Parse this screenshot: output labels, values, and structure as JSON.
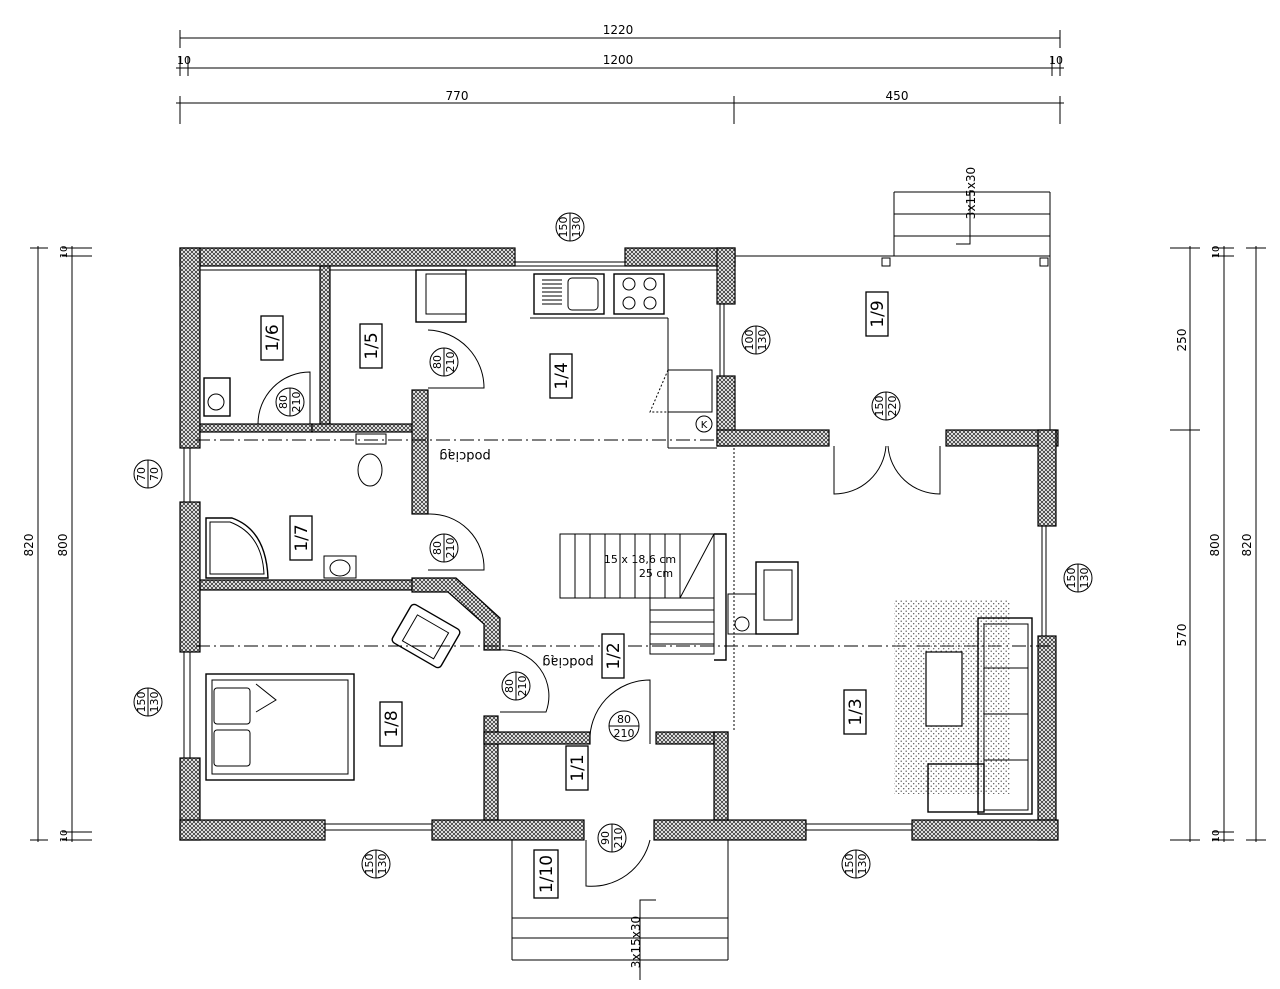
{
  "dimensions": {
    "top_total": "1220",
    "top_inner": "1200",
    "top_wall_left": "10",
    "top_wall_right": "10",
    "top_left_part": "770",
    "top_right_part": "450",
    "left_total": "820",
    "left_inner": "800",
    "left_wall_top": "10",
    "left_wall_bottom": "10",
    "right_total": "820",
    "right_inner": "800",
    "right_upper": "250",
    "right_lower": "570",
    "right_wall_top": "10",
    "right_wall_bottom": "10"
  },
  "rooms": [
    {
      "id": "1/1"
    },
    {
      "id": "1/2"
    },
    {
      "id": "1/3"
    },
    {
      "id": "1/4"
    },
    {
      "id": "1/5"
    },
    {
      "id": "1/6"
    },
    {
      "id": "1/7"
    },
    {
      "id": "1/8"
    },
    {
      "id": "1/9"
    },
    {
      "id": "1/10"
    }
  ],
  "openings": [
    {
      "w": "150",
      "h": "130"
    },
    {
      "w": "100",
      "h": "130"
    },
    {
      "w": "150",
      "h": "220"
    },
    {
      "w": "80",
      "h": "210"
    },
    {
      "w": "80",
      "h": "210"
    },
    {
      "w": "70",
      "h": "70"
    },
    {
      "w": "80",
      "h": "210"
    },
    {
      "w": "150",
      "h": "130"
    },
    {
      "w": "80",
      "h": "210"
    },
    {
      "w": "80",
      "h": "210"
    },
    {
      "w": "150",
      "h": "130"
    },
    {
      "w": "90",
      "h": "210"
    },
    {
      "w": "150",
      "h": "130"
    },
    {
      "w": "150",
      "h": "130"
    }
  ],
  "annotations": {
    "podciag_1": "podciąg",
    "podciag_2": "podciąg",
    "stairs_step": "15 x 18,6 cm",
    "stairs_tread": "25 cm",
    "steps_top": "3x15x30",
    "steps_bottom": "3x15x30",
    "kitchen_k": "K"
  }
}
